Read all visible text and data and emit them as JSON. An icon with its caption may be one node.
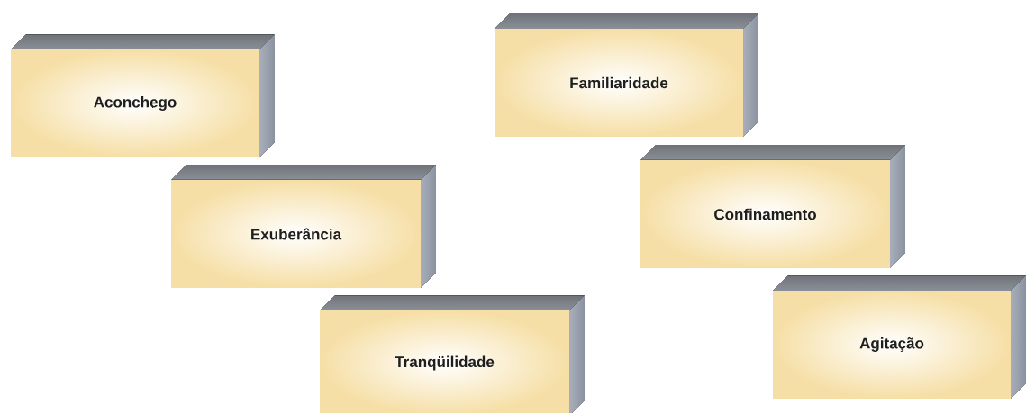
{
  "diagram": {
    "nodes": [
      {
        "text": [
          "Aconchego"
        ]
      },
      {
        "text": [
          "Exuberância"
        ]
      },
      {
        "text": [
          "Tranqüilidade"
        ]
      },
      {
        "text": [
          "Familiaridade"
        ]
      },
      {
        "text": [
          "Confinamento"
        ]
      },
      {
        "text": [
          "Agitação"
        ]
      }
    ]
  }
}
